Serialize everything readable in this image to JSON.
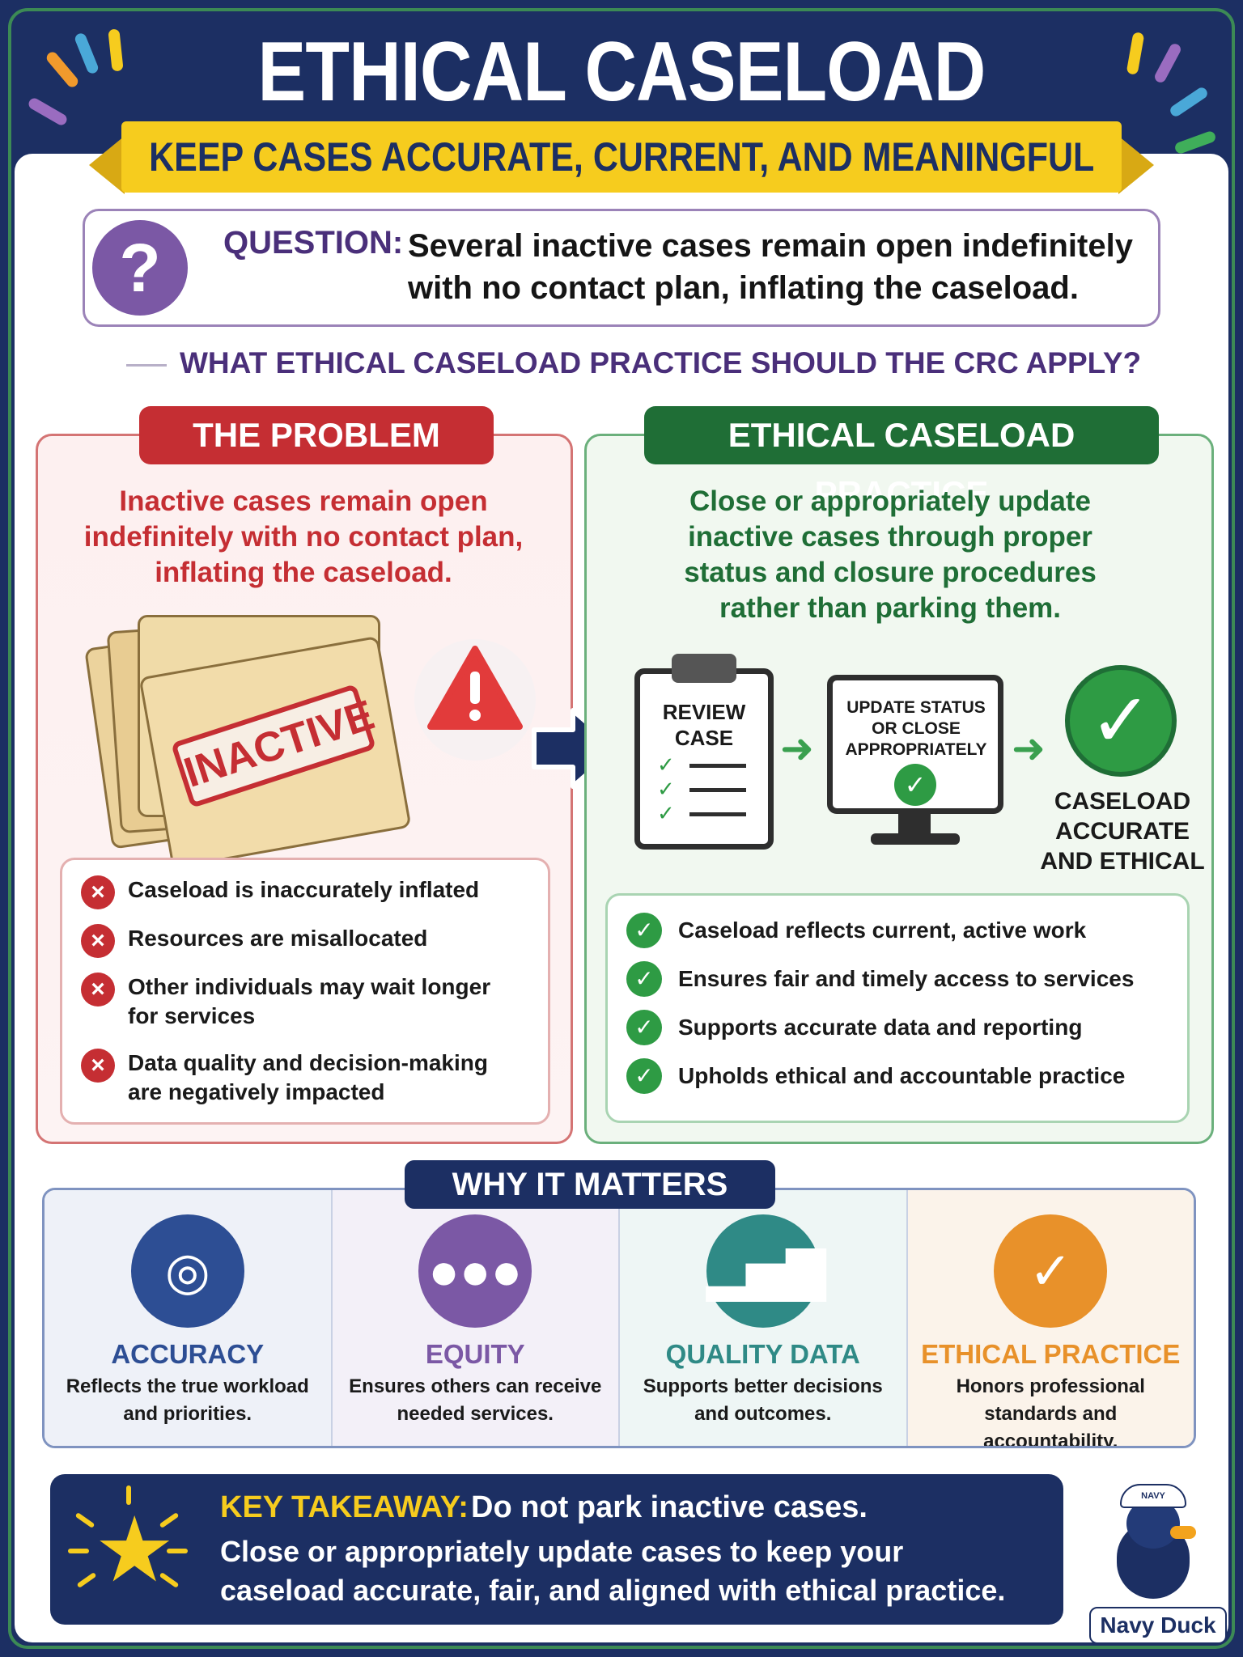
{
  "header": {
    "title": "ETHICAL CASELOAD PRACTICE",
    "subtitle": "KEEP CASES ACCURATE, CURRENT, AND MEANINGFUL"
  },
  "question": {
    "label": "QUESTION:",
    "text": "Several inactive cases remain open indefinitely with no contact plan, inflating the caseload.",
    "prompt": "WHAT ETHICAL CASELOAD PRACTICE SHOULD THE CRC APPLY?"
  },
  "problem": {
    "heading": "THE PROBLEM",
    "description": "Inactive cases remain open indefinitely with no contact plan, inflating the caseload.",
    "stamp": "INACTIVE",
    "consequences": [
      "Caseload is inaccurately inflated",
      "Resources are misallocated",
      "Other individuals may wait longer for services",
      "Data quality and decision-making are negatively impacted"
    ]
  },
  "practice": {
    "heading": "ETHICAL CASELOAD PRACTICE",
    "description": "Close or appropriately update inactive cases through proper status and closure procedures rather than parking them.",
    "steps": {
      "review": "REVIEW CASE",
      "update": "UPDATE STATUS OR CLOSE APPROPRIATELY",
      "result": "CASELOAD ACCURATE AND ETHICAL"
    },
    "benefits": [
      "Caseload reflects current, active work",
      "Ensures fair and timely access to services",
      "Supports accurate data and reporting",
      "Upholds ethical and accountable practice"
    ]
  },
  "why": {
    "heading": "WHY IT MATTERS",
    "items": [
      {
        "title": "ACCURACY",
        "desc": "Reflects the true workload and priorities.",
        "color": "#2d4e94",
        "icon": "target-icon"
      },
      {
        "title": "EQUITY",
        "desc": "Ensures others can receive needed services.",
        "color": "#7b58a5",
        "icon": "people-icon"
      },
      {
        "title": "QUALITY DATA",
        "desc": "Supports better decisions and outcomes.",
        "color": "#2f8a86",
        "icon": "bar-chart-icon"
      },
      {
        "title": "ETHICAL PRACTICE",
        "desc": "Honors professional standards and accountability.",
        "color": "#e8912a",
        "icon": "shield-check-icon"
      }
    ]
  },
  "takeaway": {
    "label": "KEY TAKEAWAY:",
    "line1": "Do not park inactive cases.",
    "rest": "Close or appropriately update cases to keep your caseload accurate, fair, and aligned with ethical practice."
  },
  "mascot": {
    "hat_text": "NAVY",
    "name": "Navy Duck"
  }
}
